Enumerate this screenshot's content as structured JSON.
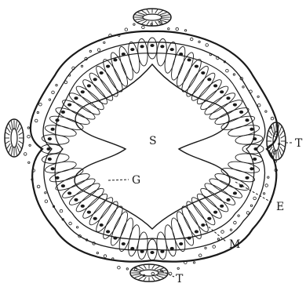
{
  "labels": {
    "center": "S",
    "right_tube": "T",
    "bottom_tube": "T",
    "gland_cell": "G",
    "epithelium": "E",
    "membrane": "M"
  }
}
